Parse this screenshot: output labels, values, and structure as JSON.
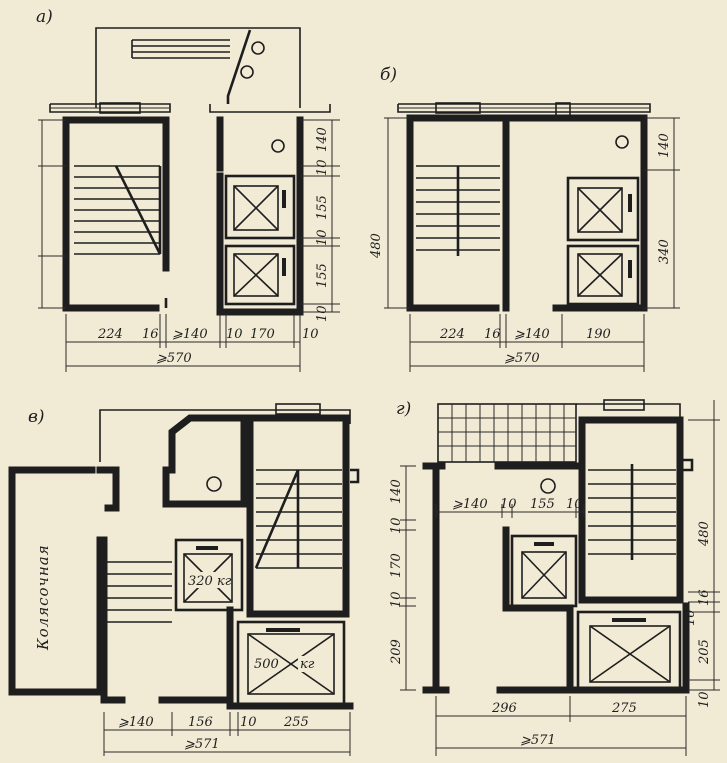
{
  "panels": [
    {
      "label": "а)",
      "dims_bottom": [
        "224",
        "16",
        "⩾140",
        "10",
        "170",
        "10"
      ],
      "total": "⩾570",
      "dims_right": [
        "140",
        "10",
        "155",
        "10",
        "155",
        "10"
      ]
    },
    {
      "label": "б)",
      "dims_bottom": [
        "224",
        "16",
        "⩾140",
        "190"
      ],
      "total": "⩾570",
      "dims_left": [
        "480"
      ],
      "dims_right": [
        "140",
        "340"
      ]
    },
    {
      "label": "в)",
      "room": "Колясочная",
      "lift_small": "320 кг",
      "lift_large_num": "500",
      "lift_large_unit": "кг",
      "dims_bottom": [
        "⩾140",
        "156",
        "10",
        "255"
      ],
      "total": "⩾571"
    },
    {
      "label": "г)",
      "dims_top": [
        "⩾140",
        "10",
        "155",
        "10"
      ],
      "dims_left": [
        "140",
        "10",
        "170",
        "10",
        "209"
      ],
      "dims_right": [
        "480",
        "16",
        "10",
        "205",
        "10"
      ],
      "dims_bottom": [
        "296",
        "275"
      ],
      "total": "⩾571"
    }
  ]
}
